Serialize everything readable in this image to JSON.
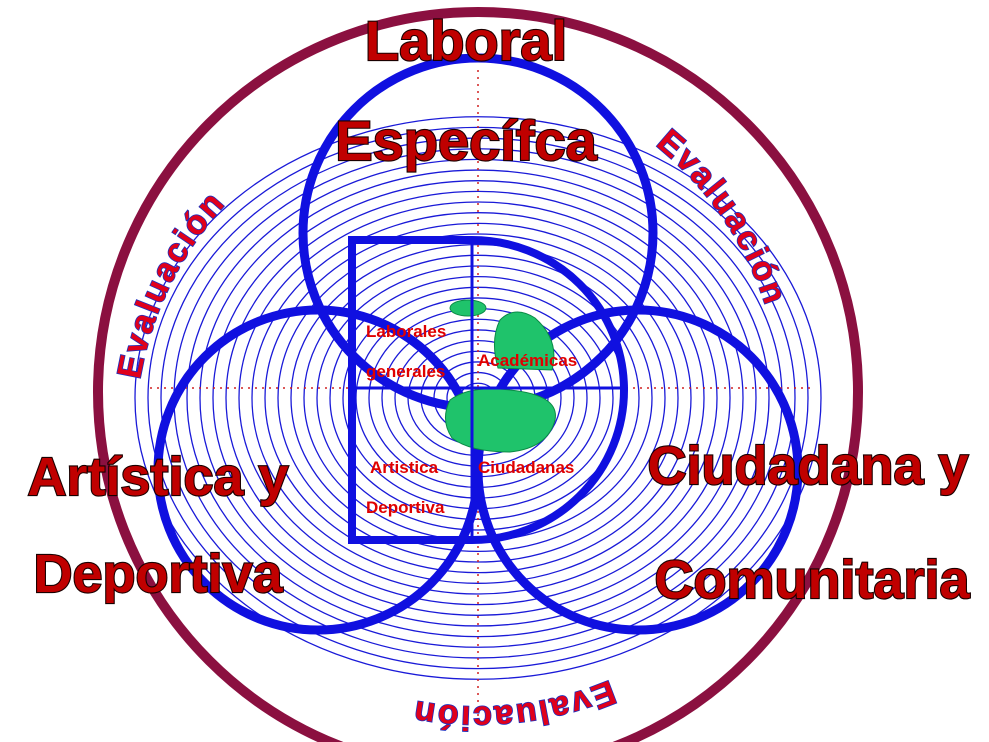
{
  "labels": {
    "top_line1": "Laboral",
    "top_line2": "Específca",
    "left_line1": "Artística y",
    "left_line2": "Deportiva",
    "right_line1": "Ciudadana y",
    "right_line2": "Comunitaria"
  },
  "arcs": {
    "upper_left": "Evaluación",
    "upper_right": "Evaluación",
    "bottom": "Evaluación"
  },
  "quadrants": {
    "top_left_line1": "Laborales",
    "top_left_line2": "generales",
    "top_right": "Académicas",
    "bottom_left_line1": "Artistica",
    "bottom_left_line2": "Deportiva",
    "bottom_right": "Ciudadanas"
  },
  "colors": {
    "outer_ring": "#8b1040",
    "circles": "#1010e0",
    "rings": "#1a1ad8",
    "big_text": "#c00000",
    "arc_text": "#e0001b",
    "island": "#1fc36b",
    "axis": "#d02020"
  }
}
